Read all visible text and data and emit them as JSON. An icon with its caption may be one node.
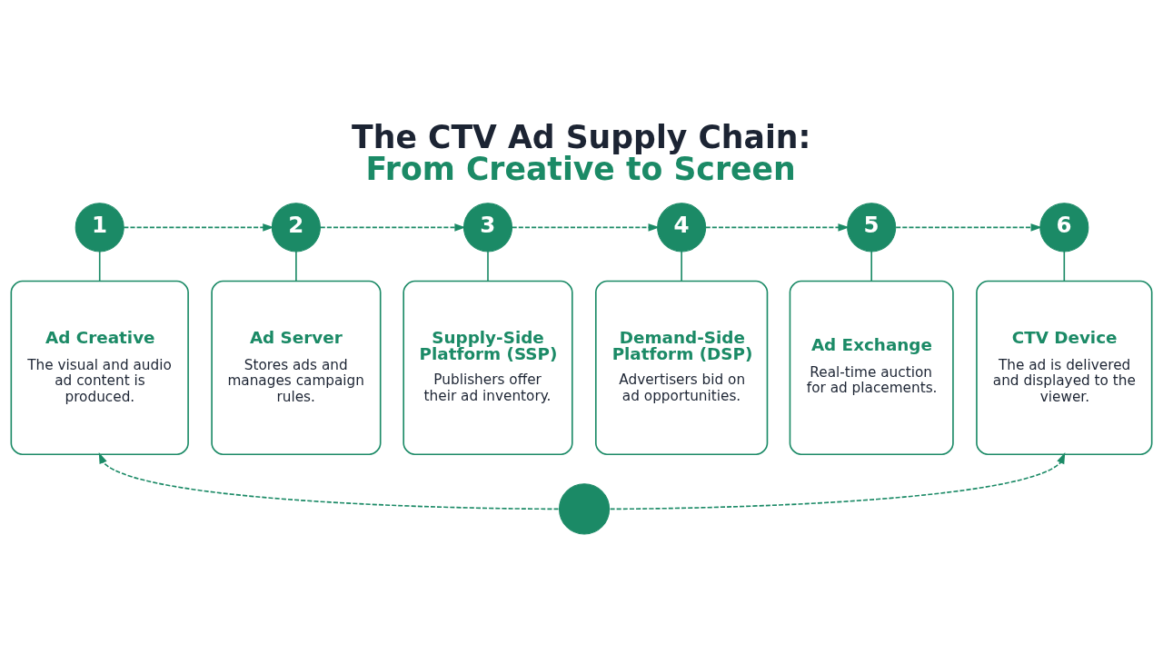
{
  "diagram": {
    "title": "The CTV Ad Supply Chain: From Creative to Screen",
    "nodes": [
      {
        "text": [
          "1"
        ]
      },
      {
        "text": [
          "2"
        ]
      },
      {
        "text": [
          "3"
        ]
      },
      {
        "text": [
          "4"
        ]
      },
      {
        "text": [
          "5"
        ]
      },
      {
        "text": [
          "6"
        ]
      },
      {
        "text": [
          "Ad Creative",
          "The visual and audio ad content is produced."
        ]
      },
      {
        "text": [
          "Ad Server",
          "Stores ads and manages campaign rules."
        ]
      },
      {
        "text": [
          "Supply-Side Platform (SSP)",
          "Publishers offer their ad inventory."
        ]
      },
      {
        "text": [
          "Demand-Side Platform (DSP)",
          "Advertisers bid on ad opportunities."
        ]
      },
      {
        "text": [
          "Ad Exchange",
          "Real-time auction for ad placements."
        ]
      },
      {
        "text": [
          "CTV Device",
          "The ad is delivered and displayed to the viewer."
        ]
      },
      {
        "text": [],
        "shape": "circle"
      }
    ],
    "edges": [
      {
        "from": 0,
        "to": 1,
        "arrow": "to",
        "style": "dashed"
      },
      {
        "from": 1,
        "to": 2,
        "arrow": "to",
        "style": "dashed"
      },
      {
        "from": 2,
        "to": 3,
        "arrow": "to",
        "style": "dashed"
      },
      {
        "from": 3,
        "to": 4,
        "arrow": "to",
        "style": "dashed"
      },
      {
        "from": 4,
        "to": 5,
        "arrow": "to",
        "style": "dashed"
      },
      {
        "from": 0,
        "to": 6,
        "arrow": "none"
      },
      {
        "from": 1,
        "to": 7,
        "arrow": "none"
      },
      {
        "from": 2,
        "to": 8,
        "arrow": "none"
      },
      {
        "from": 3,
        "to": 9,
        "arrow": "none"
      },
      {
        "from": 4,
        "to": 10,
        "arrow": "none"
      },
      {
        "from": 5,
        "to": 11,
        "arrow": "none"
      },
      {
        "from": 12,
        "to": 6,
        "arrow": "to",
        "style": "dashed"
      },
      {
        "from": 12,
        "to": 11,
        "arrow": "to",
        "style": "dashed"
      }
    ]
  }
}
